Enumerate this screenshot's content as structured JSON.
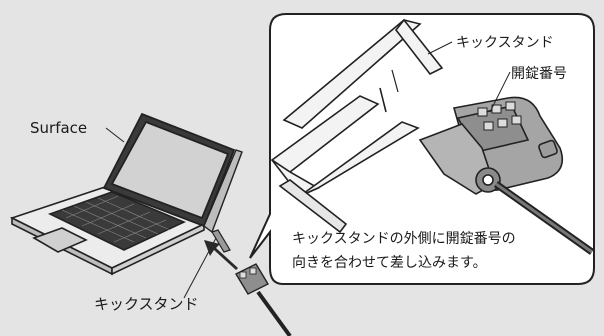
{
  "labels": {
    "surface": "Surface",
    "kickstand_bottom": "キックスタンド",
    "kickstand_callout": "キックスタンド",
    "lock_number": "開錠番号"
  },
  "caption": {
    "line1": "キックスタンドの外側に開錠番号の",
    "line2": "向きを合わせて差し込みます。"
  },
  "colors": {
    "background": "#e4e4e4",
    "panel": "#ffffff",
    "outline": "#222222",
    "screen": "#d2d2d2",
    "lock_body": "#9a9a9a",
    "arrow": "#2a2a2a"
  }
}
